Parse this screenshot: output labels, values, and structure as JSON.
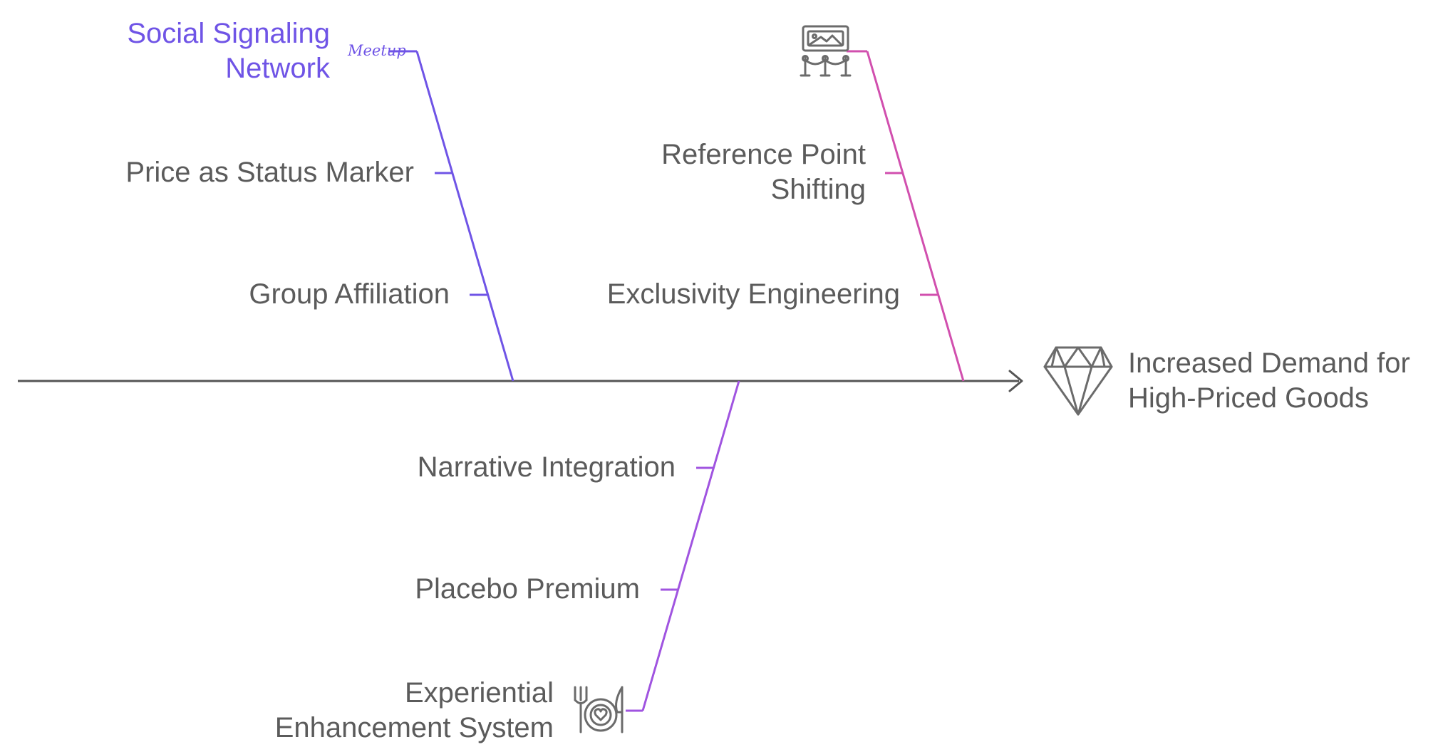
{
  "colors": {
    "spine": "#555555",
    "text": "#5b5b5b",
    "branch_social": "#6f54e6",
    "branch_reference": "#d14fae",
    "branch_experiential": "#a054e0",
    "icon": "#6b6b6b"
  },
  "effect": {
    "label_line1": "Increased Demand for",
    "label_line2": "High-Priced Goods",
    "icon": "diamond-icon"
  },
  "branches": {
    "social": {
      "title_line1": "Social Signaling",
      "title_line2": "Network",
      "icon": "meetup-icon",
      "icon_text": "Meetup",
      "causes": [
        "Price as Status Marker",
        "Group Affiliation"
      ]
    },
    "reference": {
      "icon": "art-gallery-icon",
      "causes": [
        "Reference Point",
        "Shifting",
        "Exclusivity Engineering"
      ]
    },
    "experiential": {
      "title_line1": "Experiential",
      "title_line2": "Enhancement System",
      "icon": "dining-heart-icon",
      "causes": [
        "Narrative Integration",
        "Placebo Premium"
      ]
    }
  }
}
